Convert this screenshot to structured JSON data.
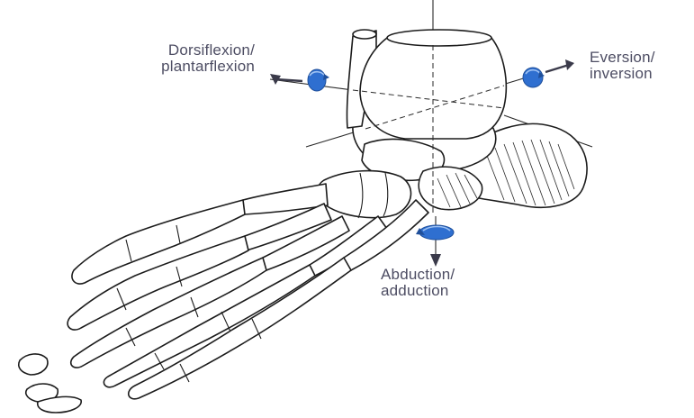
{
  "labels": {
    "dorsiflexion": {
      "line1": "Dorsiflexion/",
      "line2": "plantarflexion"
    },
    "eversion": {
      "line1": "Eversion/",
      "line2": "inversion"
    },
    "abduction": {
      "line1": "Abduction/",
      "line2": "adduction"
    }
  },
  "colors": {
    "rotation_marker": "#2f6fd0",
    "arrow": "#3a3a4a",
    "label_text": "#4d4d63"
  }
}
